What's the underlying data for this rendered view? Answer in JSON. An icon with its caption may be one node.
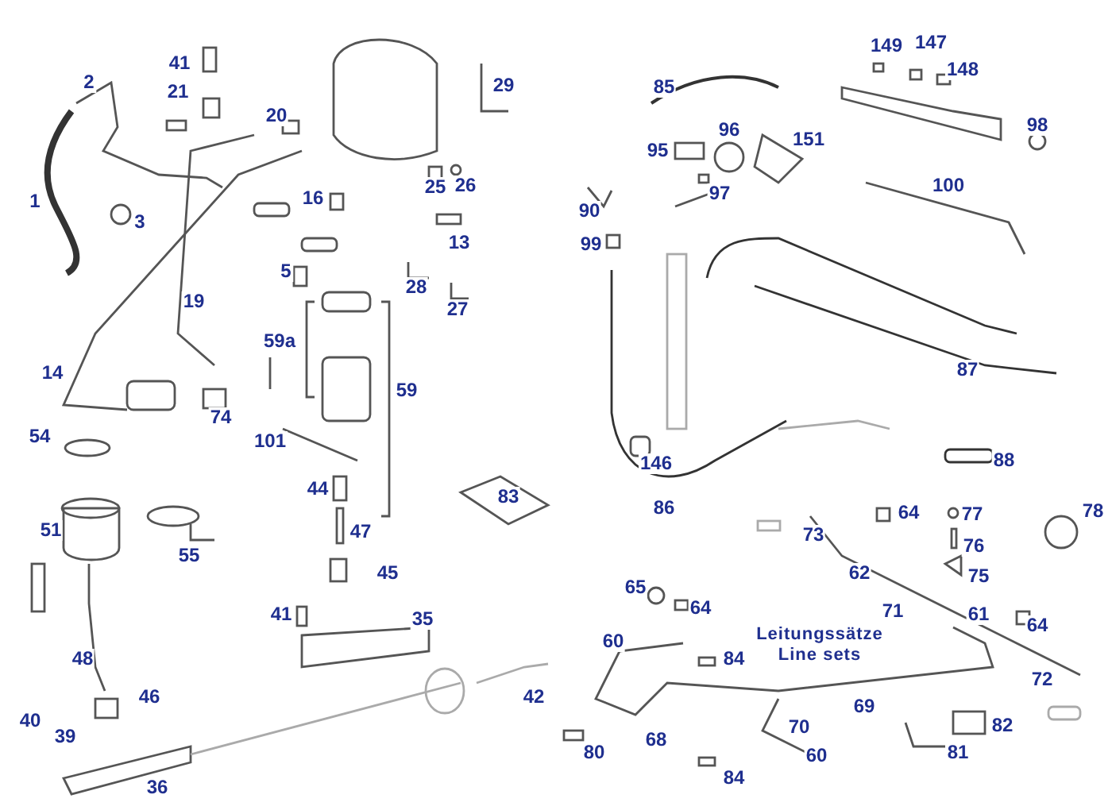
{
  "diagram": {
    "labels": [
      "41",
      "2",
      "29",
      "21",
      "149",
      "147",
      "148",
      "85",
      "20",
      "98",
      "96",
      "151",
      "95",
      "25",
      "26",
      "97",
      "1",
      "3",
      "16",
      "90",
      "100",
      "13",
      "99",
      "5",
      "28",
      "27",
      "19",
      "59a",
      "59",
      "87",
      "14",
      "74",
      "54",
      "101",
      "83",
      "51",
      "55",
      "44",
      "47",
      "88",
      "146",
      "86",
      "64",
      "77",
      "78",
      "73",
      "76",
      "62",
      "75",
      "45",
      "41",
      "35",
      "65",
      "64",
      "71",
      "61",
      "64",
      "60",
      "84",
      "69",
      "72",
      "42",
      "48",
      "46",
      "40",
      "39",
      "70",
      "68",
      "80",
      "82",
      "81",
      "60",
      "84",
      "36",
      "Leitungssätze",
      "Line sets"
    ]
  }
}
